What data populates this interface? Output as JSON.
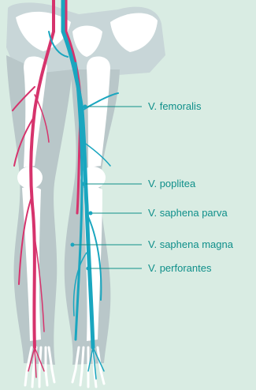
{
  "labels": {
    "femoralis": "V. femoralis",
    "poplitea": "V. poplitea",
    "saphena_parva": "V. saphena parva",
    "saphena_magna": "V. saphena magna",
    "perforantes": "V. perforantes"
  },
  "colors": {
    "background": "#d9ece3",
    "vein": "#1aa6bf",
    "artery": "#d6336c",
    "label_text": "#0f8f8a",
    "leader_line": "#0f8f8a",
    "body_shadow": "#b9c7c9",
    "bone": "#ffffff"
  }
}
